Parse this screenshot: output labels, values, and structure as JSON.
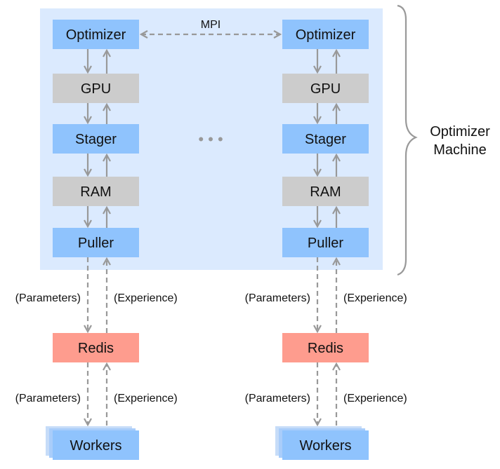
{
  "colors": {
    "machine_bg": "#dbeafe",
    "blue_box": "#8fc3fd",
    "gray_box": "#cccccc",
    "redis_box": "#fe9c8e",
    "arrow": "#999999",
    "worker_back": "#c6dcf8",
    "worker_mid": "#a9cdfa"
  },
  "mpi_label": "MPI",
  "ellipsis": "• • •",
  "machine_label": [
    "Optimizer",
    "Machine"
  ],
  "columns": [
    {
      "stack": [
        {
          "label": "Optimizer",
          "kind": "blue"
        },
        {
          "label": "GPU",
          "kind": "gray"
        },
        {
          "label": "Stager",
          "kind": "blue"
        },
        {
          "label": "RAM",
          "kind": "gray"
        },
        {
          "label": "Puller",
          "kind": "blue"
        }
      ],
      "redis": "Redis",
      "workers": "Workers",
      "upper_links": {
        "down": "(Parameters)",
        "up": "(Experience)"
      },
      "lower_links": {
        "down": "(Parameters)",
        "up": "(Experience)"
      }
    },
    {
      "stack": [
        {
          "label": "Optimizer",
          "kind": "blue"
        },
        {
          "label": "GPU",
          "kind": "gray"
        },
        {
          "label": "Stager",
          "kind": "blue"
        },
        {
          "label": "RAM",
          "kind": "gray"
        },
        {
          "label": "Puller",
          "kind": "blue"
        }
      ],
      "redis": "Redis",
      "workers": "Workers",
      "upper_links": {
        "down": "(Parameters)",
        "up": "(Experience)"
      },
      "lower_links": {
        "down": "(Parameters)",
        "up": "(Experience)"
      }
    }
  ]
}
